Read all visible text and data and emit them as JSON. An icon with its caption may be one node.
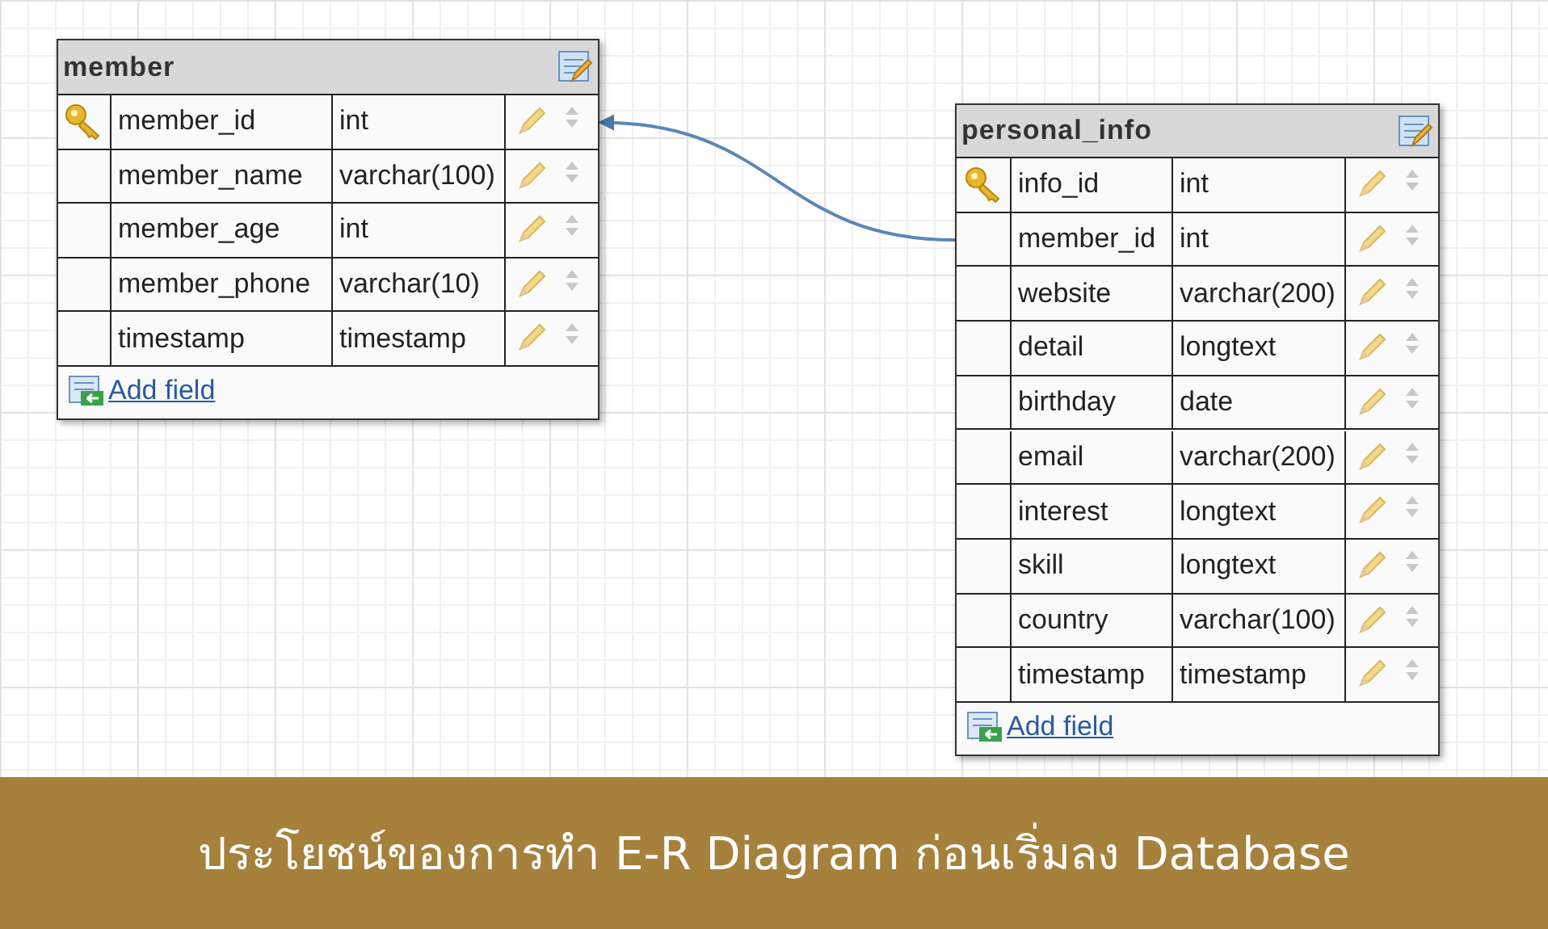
{
  "diagram": {
    "caption": "ประโยชน์ของการทำ E-R Diagram ก่อนเริ่มลง Database",
    "nodes": [
      {
        "text": [
          "member",
          "Add field"
        ]
      },
      {
        "text": [
          "member_id",
          "int"
        ],
        "in": 0
      },
      {
        "text": [
          "member_name",
          "varchar(100)"
        ],
        "in": 0
      },
      {
        "text": [
          "member_age",
          "int"
        ],
        "in": 0
      },
      {
        "text": [
          "member_phone",
          "varchar(10)"
        ],
        "in": 0
      },
      {
        "text": [
          "timestamp",
          "timestamp"
        ],
        "in": 0
      },
      {
        "text": [
          "personal_info",
          "Add field"
        ]
      },
      {
        "text": [
          "info_id",
          "int"
        ],
        "in": 6
      },
      {
        "text": [
          "member_id",
          "int"
        ],
        "in": 6
      },
      {
        "text": [
          "website",
          "varchar(200)"
        ],
        "in": 6
      },
      {
        "text": [
          "detail",
          "longtext"
        ],
        "in": 6
      },
      {
        "text": [
          "birthday",
          "date"
        ],
        "in": 6
      },
      {
        "text": [
          "email",
          "varchar(200)"
        ],
        "in": 6
      },
      {
        "text": [
          "interest",
          "longtext"
        ],
        "in": 6
      },
      {
        "text": [
          "skill",
          "longtext"
        ],
        "in": 6
      },
      {
        "text": [
          "country",
          "varchar(100)"
        ],
        "in": 6
      },
      {
        "text": [
          "timestamp",
          "timestamp"
        ],
        "in": 6
      }
    ],
    "edges": [
      {
        "from": 8,
        "to": 1,
        "arrow": "to"
      }
    ]
  }
}
